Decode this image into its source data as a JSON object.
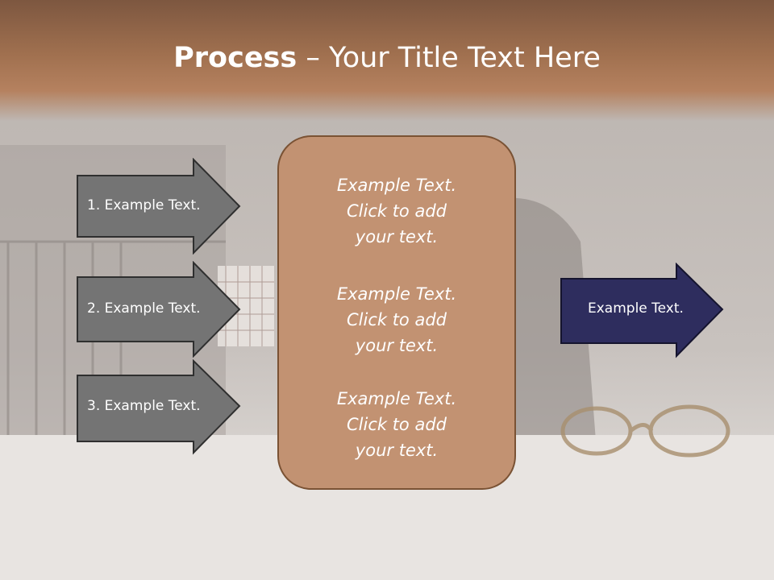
{
  "slide": {
    "title_bold": "Process",
    "title_rest": " – Your Title Text Here"
  },
  "left_arrows": [
    {
      "label": "1. Example Text."
    },
    {
      "label": "2. Example Text."
    },
    {
      "label": "3. Example Text."
    }
  ],
  "center_items": [
    {
      "line1": "Example Text.",
      "line2": "Click  to add",
      "line3": "your text."
    },
    {
      "line1": "Example Text.",
      "line2": "Click  to add",
      "line3": "your text."
    },
    {
      "line1": "Example Text.",
      "line2": "Click  to add",
      "line3": "your text."
    }
  ],
  "right_arrow": {
    "label": "Example Text."
  },
  "colors": {
    "title_bar": "#a0704f",
    "left_arrow_fill": "#747474",
    "center_fill": "#c29272",
    "right_arrow_fill": "#2e2d5e"
  }
}
